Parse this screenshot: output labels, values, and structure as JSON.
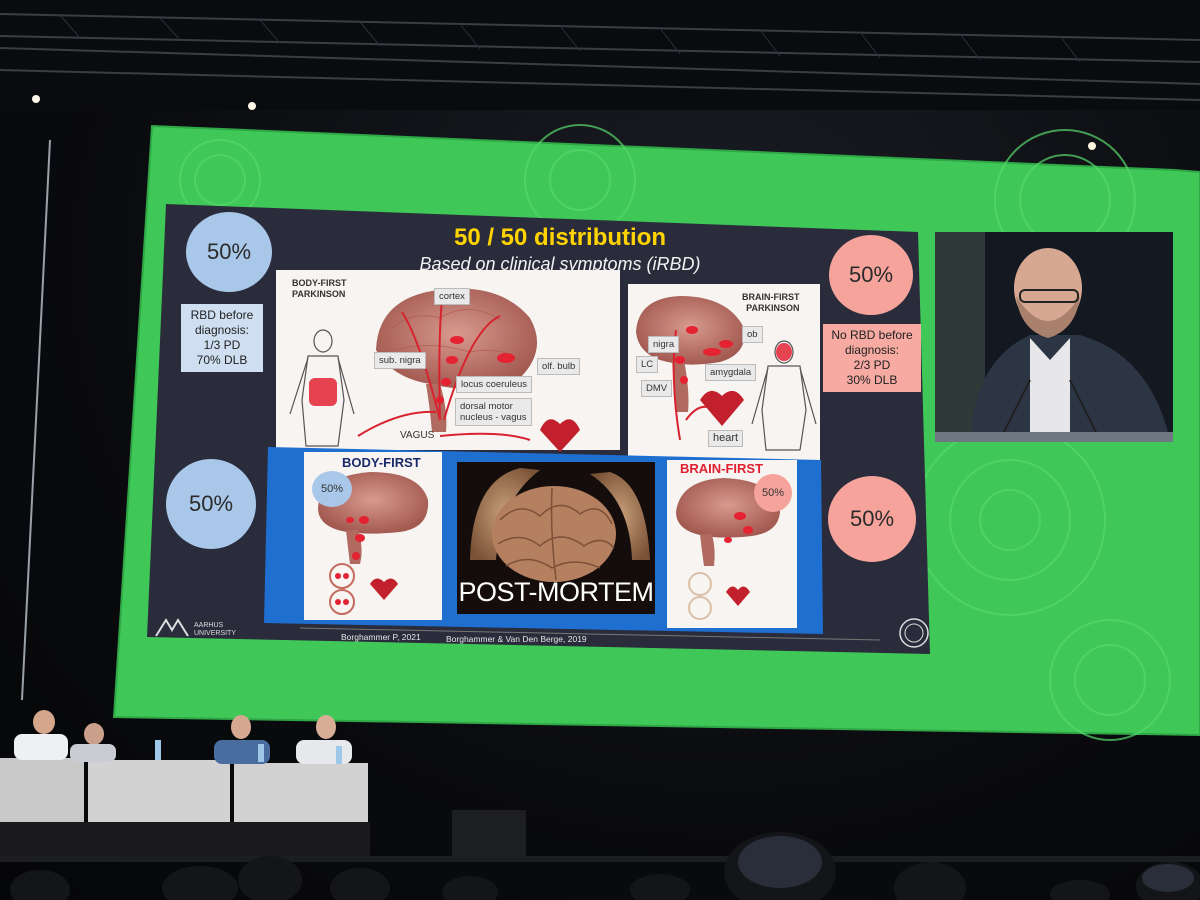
{
  "slide": {
    "title": "50 / 50 distribution",
    "subtitle": "Based on clinical symptoms (iRBD)",
    "left_top_pct": "50%",
    "left_bottom_pct": "50%",
    "right_top_pct": "50%",
    "right_bottom_pct": "50%",
    "left_note": [
      "RBD before",
      "diagnosis:",
      "1/3 PD",
      "70% DLB"
    ],
    "right_note": [
      "No RBD before",
      "diagnosis:",
      "2/3 PD",
      "30% DLB"
    ],
    "body_first_header": [
      "BODY-FIRST",
      "PARKINSON"
    ],
    "brain_first_header": [
      "BRAIN-FIRST",
      "PARKINSON"
    ],
    "body_labels": {
      "cortex": "cortex",
      "sub_nigra": "sub. nigra",
      "olf_bulb": "olf. bulb",
      "locus": "locus coeruleus",
      "dmv": [
        "dorsal motor",
        "nucleus - vagus"
      ],
      "vagus": "VAGUS"
    },
    "brain_labels": {
      "ob": "ob",
      "nigra": "nigra",
      "lc": "LC",
      "dmv": "DMV",
      "amygdala": "amygdala",
      "heart": "heart"
    },
    "bottom_left_title": "BODY-FIRST",
    "bottom_left_pct": "50%",
    "bottom_right_title": "BRAIN-FIRST",
    "bottom_right_pct": "50%",
    "post_mortem": "POST-MORTEM",
    "logo": [
      "AARHUS",
      "UNIVERSITY"
    ],
    "citation_1": "Borghammer P, 2021",
    "citation_2": "Borghammer & Van Den Berge, 2019"
  },
  "colors": {
    "screen_green": "#3fc857",
    "slide_bg": "#2a2c3c",
    "title_yellow": "#ffd400",
    "blue_circle": "#a9c7e8",
    "pink_circle": "#f6a39b",
    "blue_band": "#1f6fd1"
  }
}
